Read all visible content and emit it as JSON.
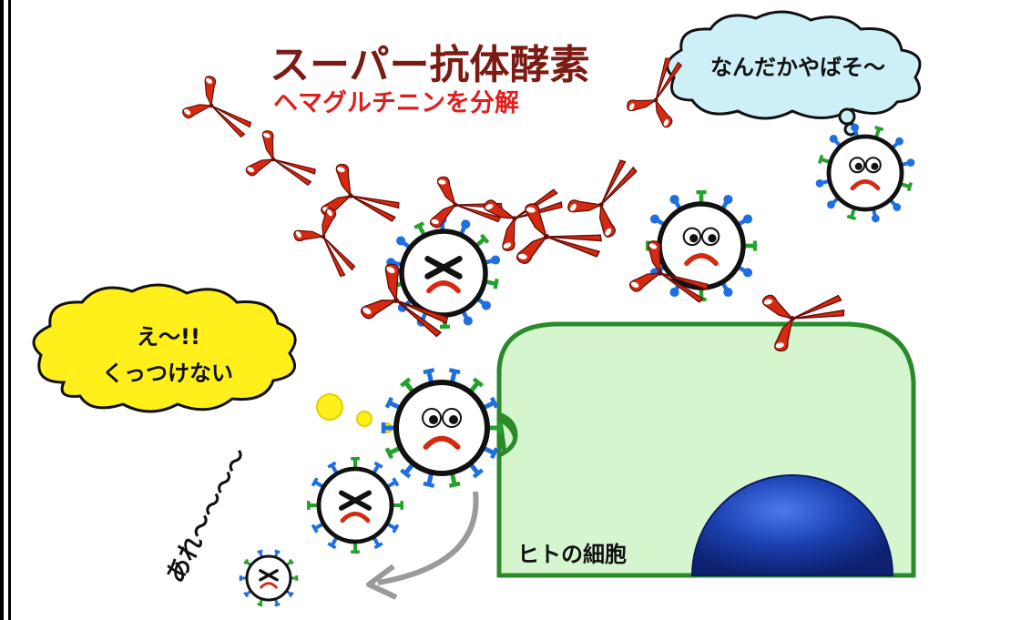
{
  "title": "スーパー抗体酵素",
  "subtitle": "ヘマグルチニンを分解",
  "bubbles": {
    "top_right": "なんだかやばそ〜",
    "left_line1": "え〜!!",
    "left_line2": "くっつけない"
  },
  "cell_label": "ヒトの細胞",
  "falling_text": "あれ〜〜〜〜",
  "colors": {
    "title": "#7a1c14",
    "subtitle": "#e01e1e",
    "cell_fill": "#d5f5cf",
    "cell_stroke": "#2a8a2a",
    "nucleus": "#1a3fae",
    "cloud_blue": "#cdeff7",
    "cloud_yellow": "#ffef1a",
    "scissors": "#d42a12",
    "spike_green": "#22a22a",
    "spike_blue": "#1f6fe0"
  },
  "icons": [
    "scissors-icon",
    "virus-icon",
    "cloud-bubble",
    "cell",
    "nucleus"
  ]
}
